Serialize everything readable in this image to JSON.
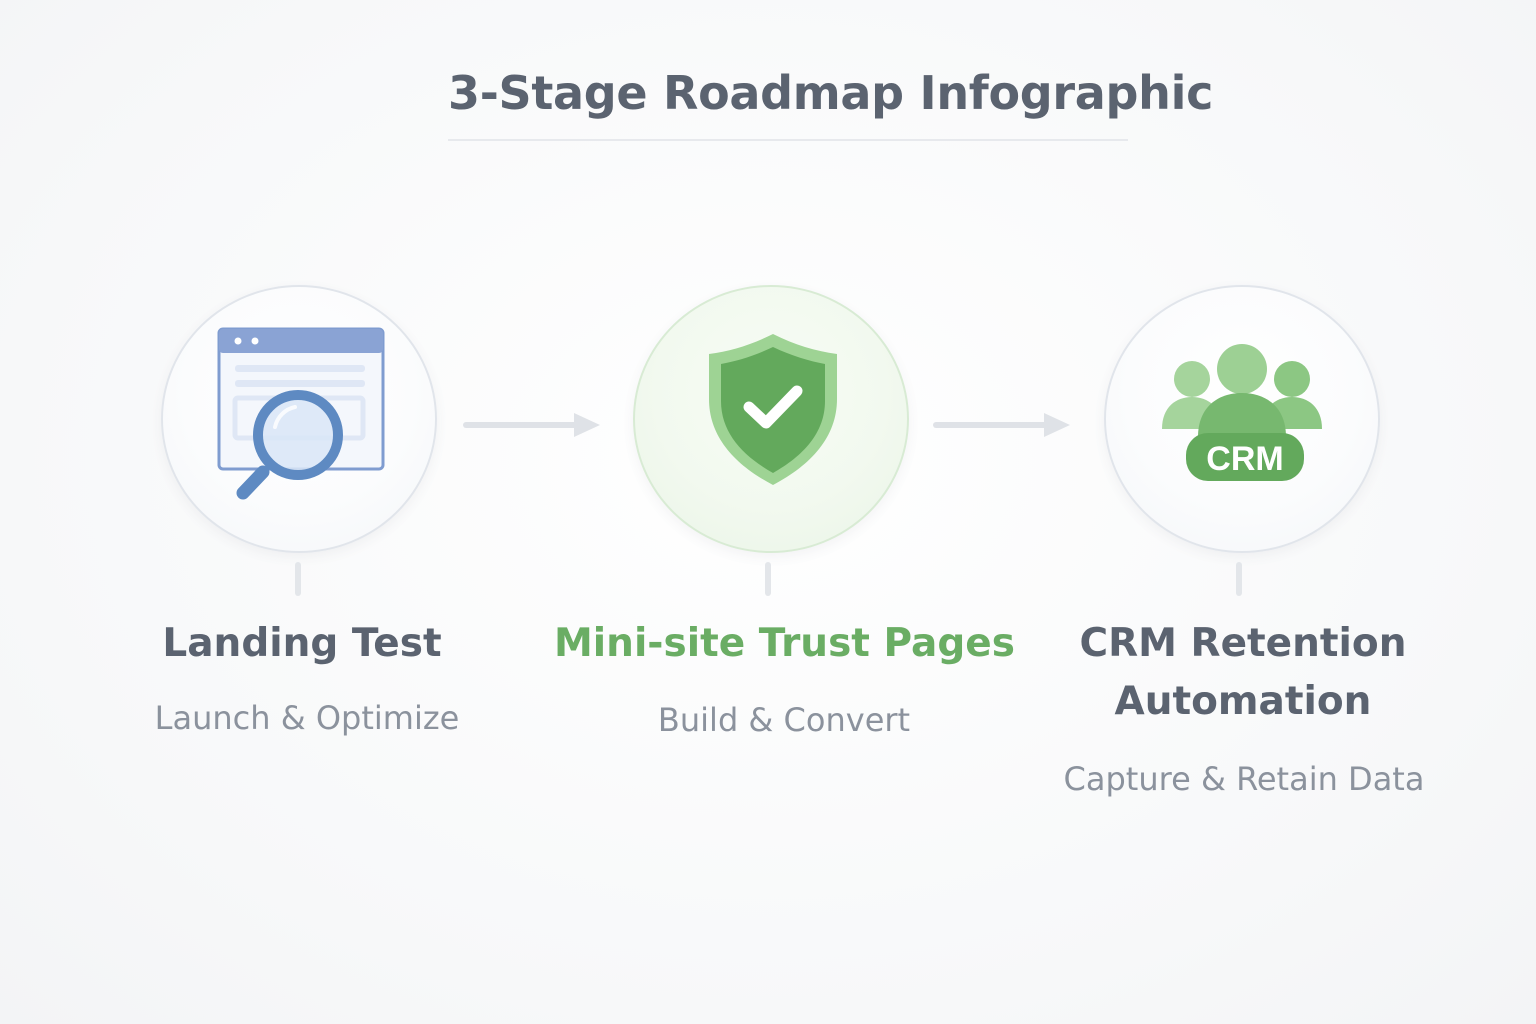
{
  "title": "3-Stage Roadmap Infographic",
  "stages": [
    {
      "title": "Landing Test",
      "subtitle": "Launch & Optimize",
      "icon": "browser-magnifier-icon",
      "accent": "#5e8ac2"
    },
    {
      "title": "Mini-site Trust Pages",
      "subtitle": "Build & Convert",
      "icon": "shield-check-icon",
      "accent": "#6aad64"
    },
    {
      "title": "CRM Retention Automation",
      "subtitle": "Capture & Retain Data",
      "icon": "crm-users-icon",
      "badge": "CRM",
      "accent": "#6aad64"
    }
  ],
  "colors": {
    "text": "#5b6370",
    "subtext": "#8b929d",
    "green": "#6aad64",
    "blue": "#5e8ac2",
    "connector": "#dfe2e7"
  }
}
